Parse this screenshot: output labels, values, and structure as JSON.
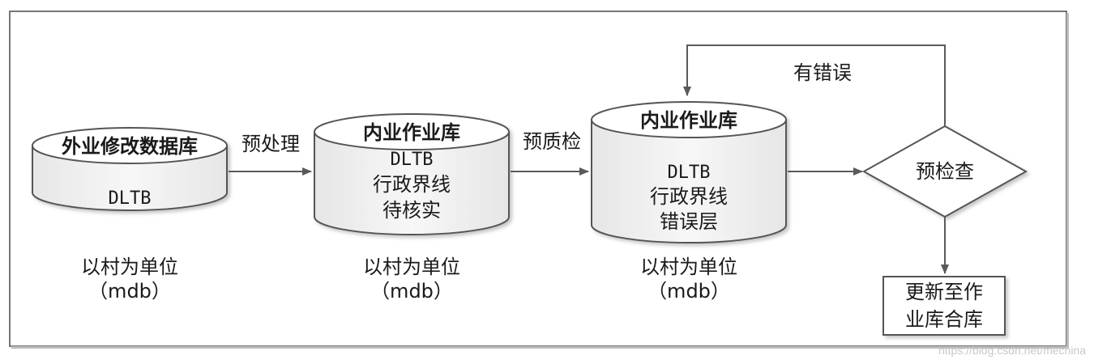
{
  "nodes": {
    "db1": {
      "title": "外业修改数据库",
      "lines": [
        "DLTB"
      ]
    },
    "db2": {
      "title": "内业作业库",
      "lines": [
        "DLTB",
        "行政界线",
        "待核实"
      ]
    },
    "db3": {
      "title": "内业作业库",
      "lines": [
        "DLTB",
        "行政界线",
        "错误层"
      ]
    },
    "check": {
      "label": "预检查"
    },
    "result": {
      "lines": [
        "更新至作",
        "业库合库"
      ]
    }
  },
  "edges": {
    "e1": "预处理",
    "e2": "预质检",
    "loop": "有错误"
  },
  "units": {
    "u1": {
      "line1": "以村为单位",
      "line2": "（mdb）"
    },
    "u2": {
      "line1": "以村为单位",
      "line2": "（mdb）"
    },
    "u3": {
      "line1": "以村为单位",
      "line2": "（mdb）"
    }
  },
  "watermark": "https://blog.csdn.net/mechina"
}
